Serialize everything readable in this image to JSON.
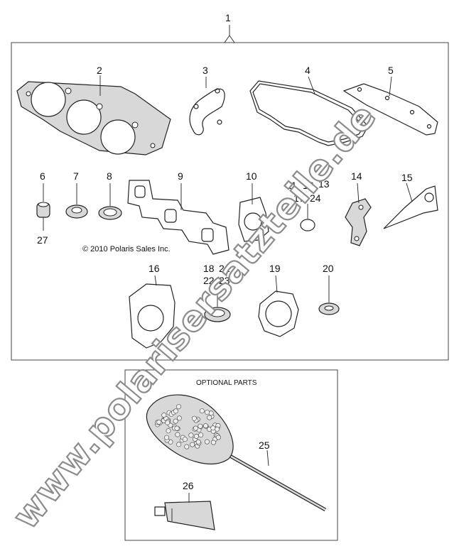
{
  "main_group_label": "1",
  "copyright": "© 2010 Polaris Sales Inc.",
  "optional_title": "OPTIONAL PARTS",
  "watermark": "www.polarisersatzteile.de",
  "callouts": {
    "c2": "2",
    "c3": "3",
    "c4": "4",
    "c5": "5",
    "c6": "6",
    "c27": "27",
    "c7": "7",
    "c8": "8",
    "c9": "9",
    "c10": "10",
    "c11": "11",
    "c12": "12",
    "c13": "13",
    "c17": "17",
    "c24": "24",
    "c14": "14",
    "c15": "15",
    "c16": "16",
    "c18": "18",
    "c21": "21",
    "c22": "22",
    "c23": "23",
    "c19": "19",
    "c20": "20",
    "c25": "25",
    "c26": "26"
  }
}
